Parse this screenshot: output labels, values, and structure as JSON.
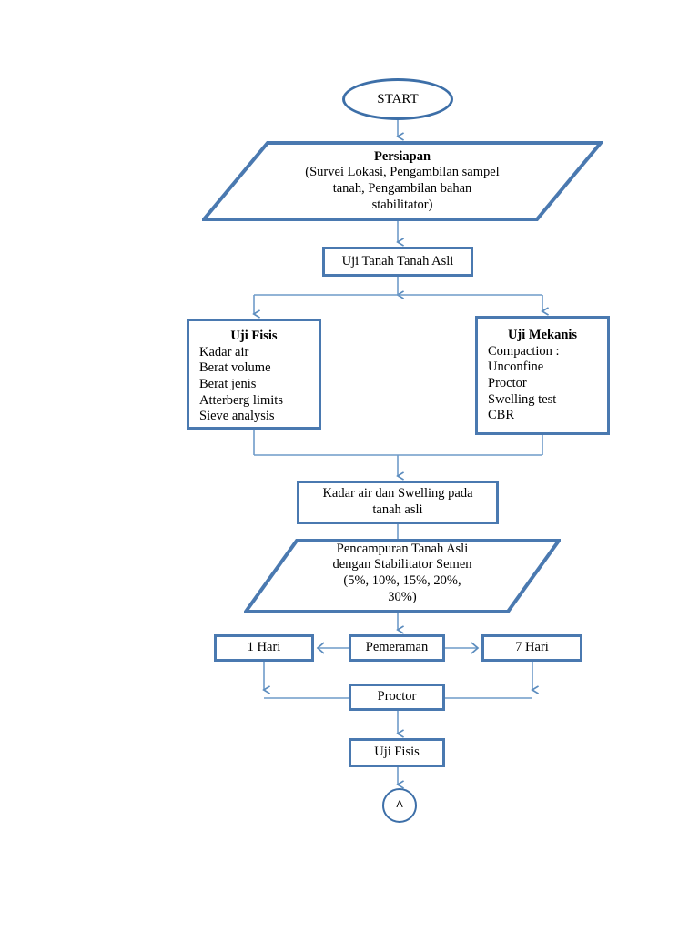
{
  "diagram": {
    "title": "Research Methodology Flowchart",
    "accent_color": "#4a79b0",
    "shape_border_color": "#4a79b0",
    "connector_color": "#6f9bc9",
    "background_color": "#ffffff"
  },
  "nodes": {
    "start": {
      "label": "START",
      "shape": "ellipse"
    },
    "persiapan": {
      "shape": "parallelogram",
      "title": "Persiapan",
      "line1": "(Survei Lokasi, Pengambilan sampel",
      "line2": "tanah, Pengambilan bahan",
      "line3": "stabilitator)"
    },
    "uji_tanah_asli": {
      "label": "Uji Tanah Tanah Asli",
      "shape": "rectangle"
    },
    "uji_fisis": {
      "shape": "rectangle",
      "title": "Uji Fisis",
      "items": [
        "Kadar air",
        "Berat volume",
        "Berat jenis",
        "Atterberg limits",
        "Sieve analysis"
      ]
    },
    "uji_mekanis": {
      "shape": "rectangle",
      "title": "Uji Mekanis",
      "items": [
        "Compaction :",
        "Unconfine",
        "Proctor",
        "Swelling test",
        "CBR"
      ]
    },
    "kadar_swelling": {
      "shape": "rectangle",
      "line1": "Kadar air dan Swelling pada",
      "line2": "tanah asli"
    },
    "pencampuran": {
      "shape": "parallelogram",
      "line1": "Pencampuran Tanah Asli",
      "line2": "dengan Stabilitator Semen",
      "line3": "(5%, 10%, 15%, 20%,",
      "line4": "30%)"
    },
    "satu_hari": {
      "label": "1 Hari",
      "shape": "rectangle"
    },
    "pemeraman": {
      "label": "Pemeraman",
      "shape": "rectangle"
    },
    "tujuh_hari": {
      "label": "7 Hari",
      "shape": "rectangle"
    },
    "proctor": {
      "label": "Proctor",
      "shape": "rectangle"
    },
    "uji_fisis_2": {
      "label": "Uji Fisis",
      "shape": "rectangle"
    },
    "connector_a": {
      "label": "A",
      "shape": "circle"
    }
  },
  "edges": [
    {
      "from": "start",
      "to": "persiapan",
      "arrow": "down"
    },
    {
      "from": "persiapan",
      "to": "uji_tanah_asli",
      "arrow": "down"
    },
    {
      "from": "uji_tanah_asli",
      "to": "uji_fisis",
      "arrow": "down"
    },
    {
      "from": "uji_tanah_asli",
      "to": "uji_mekanis",
      "arrow": "down"
    },
    {
      "from": "uji_fisis",
      "to": "kadar_swelling",
      "arrow": "down"
    },
    {
      "from": "uji_mekanis",
      "to": "kadar_swelling",
      "arrow": "down"
    },
    {
      "from": "kadar_swelling",
      "to": "pencampuran",
      "arrow": "down"
    },
    {
      "from": "pencampuran",
      "to": "pemeraman",
      "arrow": "down"
    },
    {
      "from": "pemeraman",
      "to": "satu_hari",
      "arrow": "left"
    },
    {
      "from": "pemeraman",
      "to": "tujuh_hari",
      "arrow": "right"
    },
    {
      "from": "satu_hari",
      "to": "proctor",
      "arrow": "down"
    },
    {
      "from": "tujuh_hari",
      "to": "proctor",
      "arrow": "down"
    },
    {
      "from": "proctor",
      "to": "uji_fisis_2",
      "arrow": "down"
    },
    {
      "from": "uji_fisis_2",
      "to": "connector_a",
      "arrow": "down"
    }
  ]
}
